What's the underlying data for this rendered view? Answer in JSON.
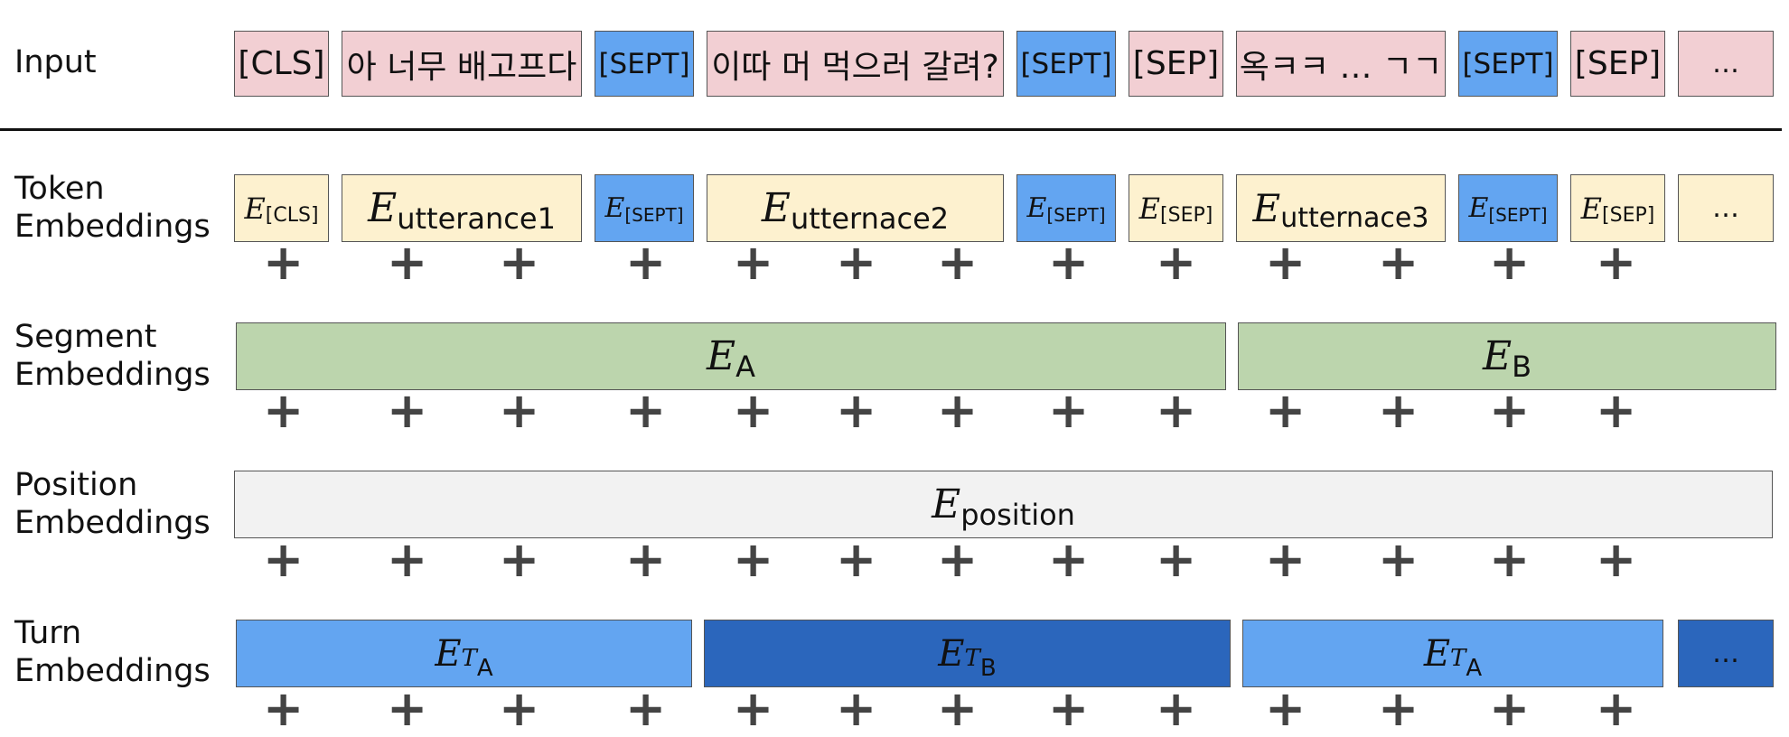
{
  "labels": {
    "input": "Input",
    "token_1": "Token",
    "token_2": "Embeddings",
    "segment_1": "Segment",
    "segment_2": "Embeddings",
    "position_1": "Position",
    "position_2": "Embeddings",
    "turn_1": "Turn",
    "turn_2": "Embeddings"
  },
  "input_tokens": [
    "[CLS]",
    "아 너무 배고프다",
    "[SEPT]",
    "이따 머 먹으러 갈려?",
    "[SEPT]",
    "[SEP]",
    "옥ㅋㅋ … ㄱㄱ",
    "[SEPT]",
    "[SEP]",
    "…"
  ],
  "token_embeddings": {
    "e": "E",
    "subs": [
      "[CLS]",
      "utterance1",
      "[SEPT]",
      "utternace2",
      "[SEPT]",
      "[SEP]",
      "utternace3",
      "[SEPT]",
      "[SEP]"
    ],
    "last": "…"
  },
  "segment_embeddings": {
    "e": "E",
    "subs": [
      "A",
      "B"
    ]
  },
  "position_embedding": {
    "e": "E",
    "sub": "position"
  },
  "turn_embeddings": {
    "e": "E",
    "t": "T",
    "subs": [
      "A",
      "B",
      "A"
    ],
    "last": "…"
  },
  "plus": "+",
  "colors": {
    "pink": "#f2cfd3",
    "blue": "#63a5f1",
    "yellow": "#fdf1cf",
    "green": "#bcd5ad",
    "gray": "#f2f2f2",
    "dark_blue": "#2b66bc"
  }
}
